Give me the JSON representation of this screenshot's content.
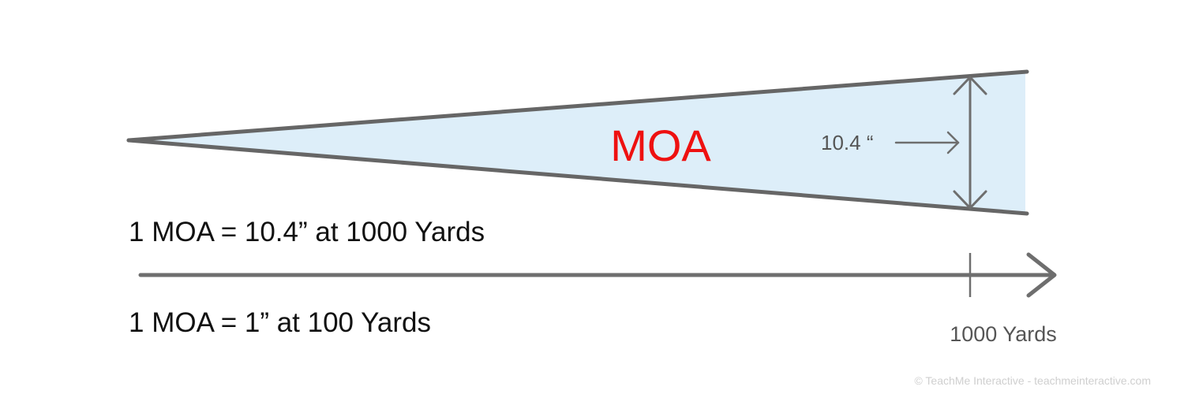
{
  "diagram": {
    "center_label": "MOA",
    "spread_label": "10.4 “",
    "equation_1000": "1 MOA = 10.4” at 1000 Yards",
    "equation_100": "1 MOA = 1” at 100 Yards",
    "distance_label": "1000 Yards",
    "credit": "© TeachMe Interactive - teachmeinteractive.com"
  },
  "colors": {
    "cone_fill": "#ddeef9",
    "cone_stroke": "#666666",
    "moa_text": "#ee1111",
    "arrow": "#6e6e6e",
    "text": "#111111"
  }
}
